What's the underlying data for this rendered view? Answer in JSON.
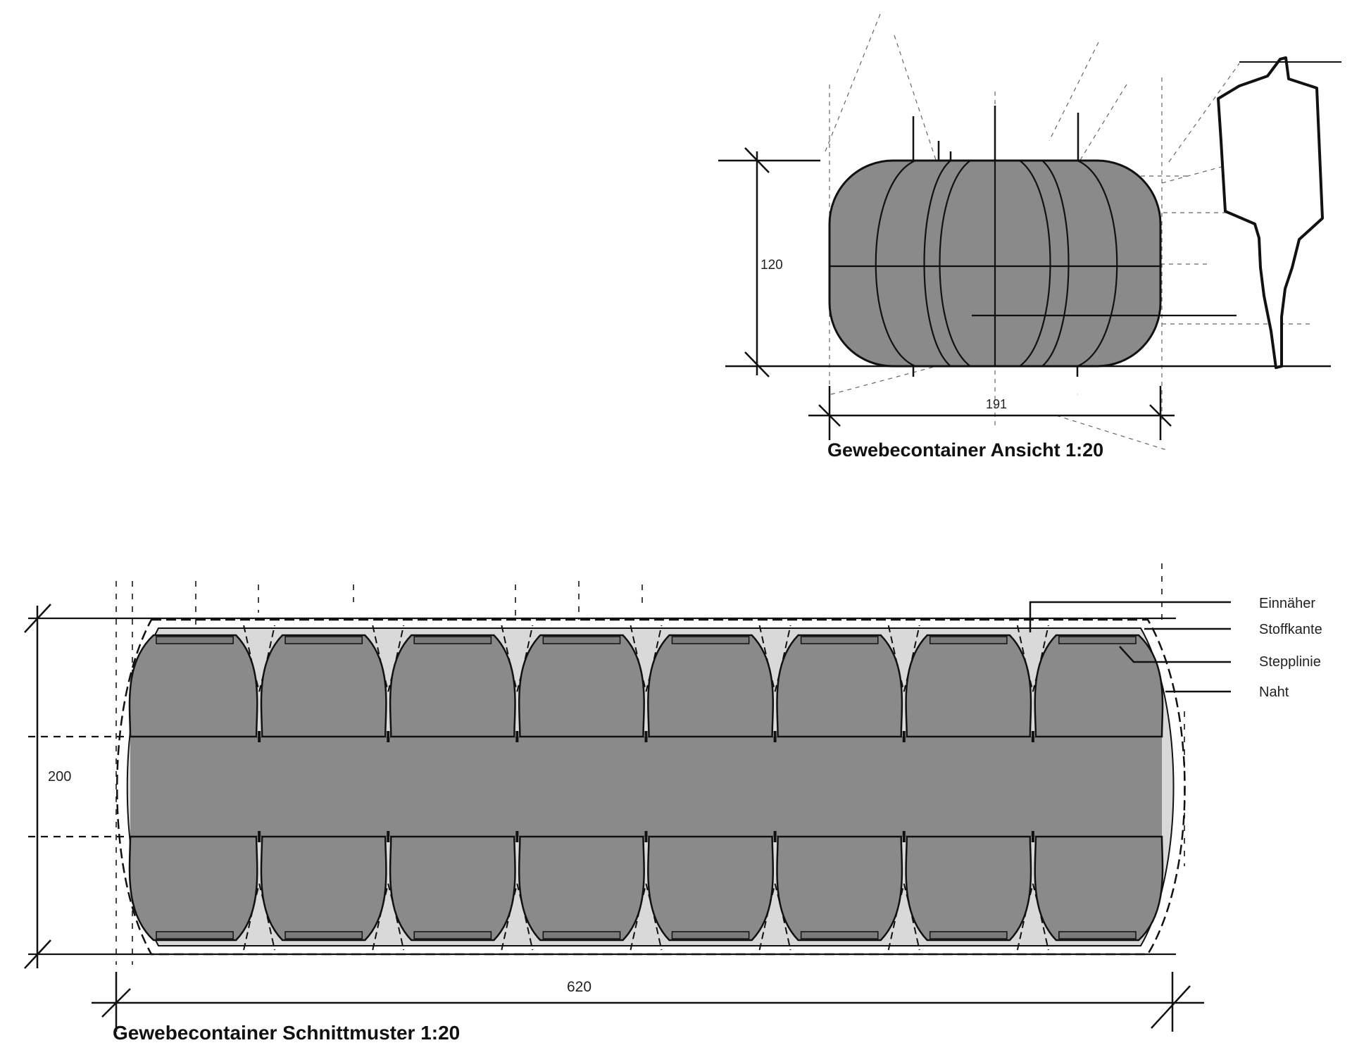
{
  "view": {
    "title": "Gewebecontainer Ansicht 1:20",
    "dim_height": "120",
    "dim_width": "191"
  },
  "pattern": {
    "title": "Gewebecontainer Schnittmuster 1:20",
    "dim_height": "200",
    "dim_width": "620",
    "legend": [
      {
        "label": "Einnäher"
      },
      {
        "label": "Stoffkante"
      },
      {
        "label": "Stepplinie"
      },
      {
        "label": "Naht"
      }
    ]
  },
  "colors": {
    "fabric_fill": "#8a8a8a",
    "line": "#111111",
    "light_fill": "#d9d9d9"
  }
}
